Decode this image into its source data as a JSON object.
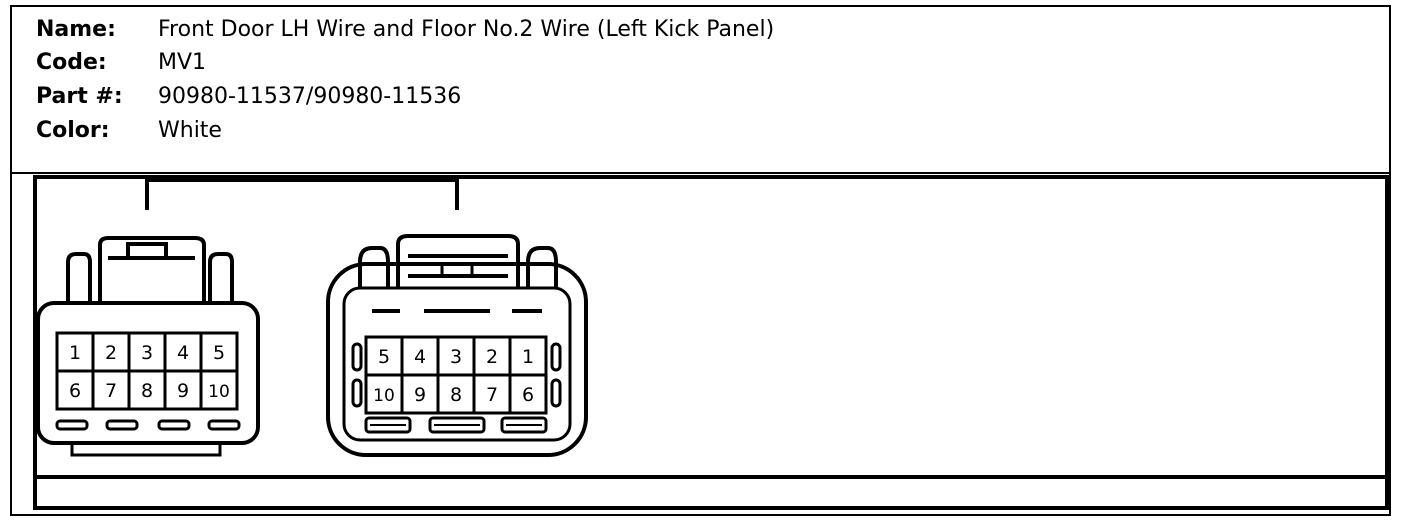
{
  "info": {
    "name_label": "Name:",
    "name_value": "Front Door LH Wire and Floor No.2 Wire (Left Kick Panel)",
    "code_label": "Code:",
    "code_value": "MV1",
    "part_label": "Part #:",
    "part_value": "90980-11537/90980-11536",
    "color_label": "Color:",
    "color_value": "White"
  },
  "connectors": {
    "left": {
      "row1": [
        "1",
        "2",
        "3",
        "4",
        "5"
      ],
      "row2": [
        "6",
        "7",
        "8",
        "9",
        "10"
      ]
    },
    "right": {
      "row1": [
        "5",
        "4",
        "3",
        "2",
        "1"
      ],
      "row2": [
        "10",
        "9",
        "8",
        "7",
        "6"
      ]
    }
  }
}
